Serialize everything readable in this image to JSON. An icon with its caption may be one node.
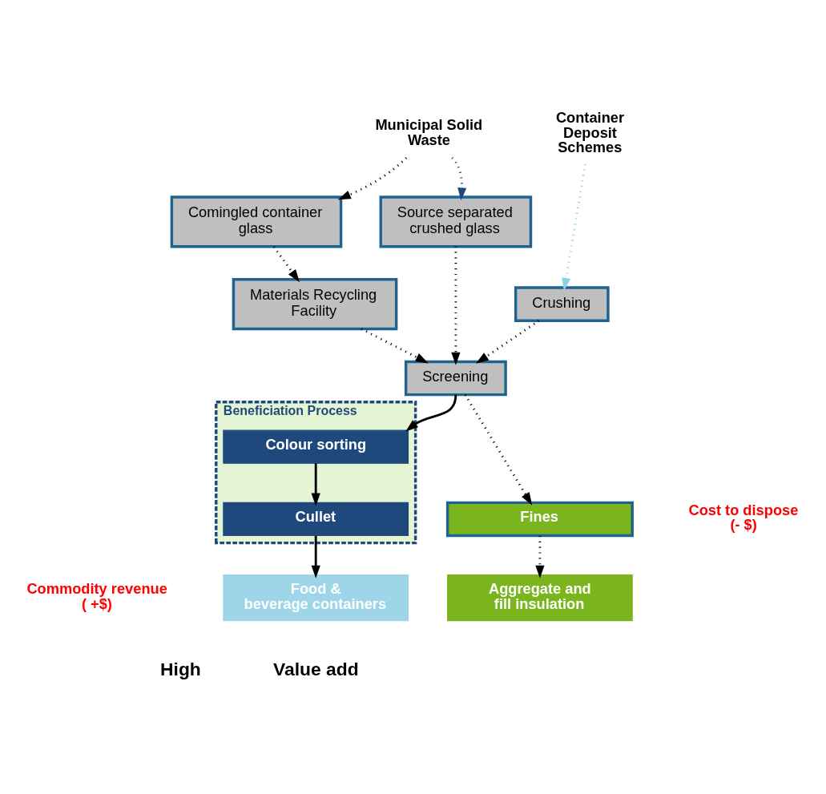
{
  "diagram": {
    "nodes": [
      {
        "text": [
          "Municipal Solid Waste"
        ]
      },
      {
        "text": [
          "Container Deposit Schemes"
        ]
      },
      {
        "text": [
          "Comingled container glass"
        ]
      },
      {
        "text": [
          "Source separated crushed glass"
        ]
      },
      {
        "text": [
          "Crushing"
        ]
      },
      {
        "text": [
          "Materials Recycling Facility"
        ]
      },
      {
        "text": [
          "Screening"
        ]
      },
      {
        "text": [
          "Beneficiation Process"
        ]
      },
      {
        "text": [
          "Colour sorting"
        ],
        "in": 7
      },
      {
        "text": [
          "Cullet"
        ],
        "in": 7
      },
      {
        "text": [
          "Fines"
        ],
        "beside": [
          "Cost to dispose (- $)"
        ]
      },
      {
        "text": [
          "Food & beverage containers"
        ],
        "beside": [
          "Commodity revenue ( +$)"
        ]
      },
      {
        "text": [
          "Aggregate and fill insulation"
        ]
      }
    ],
    "edges": [
      {
        "from": 0,
        "to": 2,
        "arrow": "to",
        "style": "dashed"
      },
      {
        "from": 0,
        "to": 3,
        "arrow": "to",
        "style": "dashed",
        "color": "#1f497d"
      },
      {
        "from": 1,
        "to": 4,
        "arrow": "to",
        "style": "dashed",
        "color": "#92d0e8"
      },
      {
        "from": 2,
        "to": 5,
        "arrow": "to",
        "style": "dashed"
      },
      {
        "from": 4,
        "to": 6,
        "arrow": "to",
        "style": "dashed"
      },
      {
        "from": 5,
        "to": 6,
        "arrow": "to",
        "style": "dashed"
      },
      {
        "from": 3,
        "to": 6,
        "arrow": "to",
        "style": "dashed"
      },
      {
        "from": 6,
        "to": 8,
        "arrow": "to"
      },
      {
        "from": 8,
        "to": 9,
        "arrow": "to"
      },
      {
        "from": 9,
        "to": 11,
        "arrow": "to"
      },
      {
        "from": 6,
        "to": 10,
        "arrow": "to",
        "style": "dashed"
      },
      {
        "from": 10,
        "to": 12,
        "arrow": "to",
        "style": "dashed"
      }
    ],
    "labels": [
      "Value add",
      "High"
    ]
  }
}
